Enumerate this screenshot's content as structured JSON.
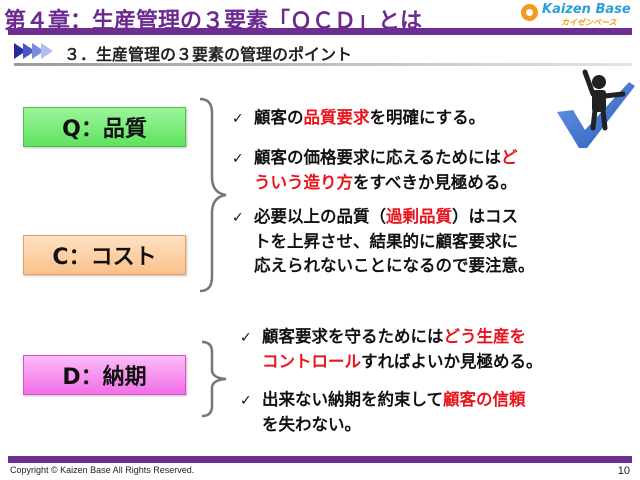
{
  "header": {
    "title": "第４章：生産管理の３要素「ＱＣＤ」とは",
    "logo": {
      "name": "Kaizen Base",
      "kana": "カイゼンベース",
      "icon": "gear-logo-icon"
    },
    "subtitle": "３．生産管理の３要素の管理のポイント",
    "subtitle_icon": "triple-arrow-icon"
  },
  "labels": {
    "q": "Q：品質",
    "c": "C：コスト",
    "d": "D：納期"
  },
  "bullets": [
    {
      "lines": [
        [
          {
            "t": "顧客の"
          },
          {
            "t": "品質要求",
            "red": true
          },
          {
            "t": "を明確にする。"
          }
        ]
      ]
    },
    {
      "lines": [
        [
          {
            "t": "顧客の価格要求に応えるためには"
          },
          {
            "t": "ど",
            "red": true
          }
        ],
        [
          {
            "t": "ういう造り方",
            "red": true
          },
          {
            "t": "をすべきか見極める。"
          }
        ]
      ]
    },
    {
      "lines": [
        [
          {
            "t": "必要以上の品質（"
          },
          {
            "t": "過剰品質",
            "red": true
          },
          {
            "t": "）はコス"
          }
        ],
        [
          {
            "t": "トを上昇させ、結果的に顧客要求に"
          }
        ],
        [
          {
            "t": "応えられないことになるので要注意。"
          }
        ]
      ]
    },
    {
      "lines": [
        [
          {
            "t": "顧客要求を守るためには"
          },
          {
            "t": "どう生産を",
            "red": true
          }
        ],
        [
          {
            "t": "コントロール",
            "red": true
          },
          {
            "t": "すればよいか見極める。"
          }
        ]
      ]
    },
    {
      "lines": [
        [
          {
            "t": "出来ない納期を約束して"
          },
          {
            "t": "顧客の信頼",
            "red": true
          }
        ],
        [
          {
            "t": "を失わない。"
          }
        ]
      ]
    }
  ],
  "checkmark": "✓",
  "figure_icon": "person-on-checkmark-icon",
  "footer": {
    "copyright": "Copyright ©  Kaizen Base  All Rights Reserved.",
    "page_number": "10"
  },
  "colors": {
    "accent_purple": "#6e2d91",
    "emphasis_red": "#e8141c",
    "q_green": "#6ee86e",
    "c_orange": "#fcc898",
    "d_pink": "#f480ec"
  }
}
